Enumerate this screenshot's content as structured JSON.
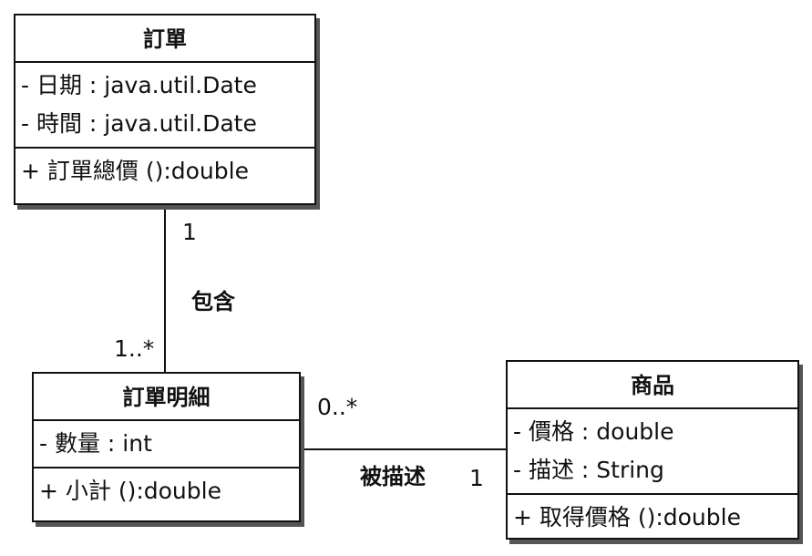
{
  "classes": {
    "order": {
      "name": "訂單",
      "attributes": [
        "- 日期 : java.util.Date",
        "- 時間 : java.util.Date"
      ],
      "operations": [
        "+ 訂單總價 ():double"
      ]
    },
    "order_item": {
      "name": "訂單明細",
      "attributes": [
        "- 數量 : int"
      ],
      "operations": [
        "+ 小計 ():double"
      ]
    },
    "product": {
      "name": "商品",
      "attributes": [
        "- 價格 : double",
        "- 描述 : String"
      ],
      "operations": [
        "+ 取得價格 ():double"
      ]
    }
  },
  "associations": {
    "contains": {
      "label": "包含",
      "source_multiplicity": "1",
      "target_multiplicity": "1..*"
    },
    "described_by": {
      "label": "被描述",
      "source_multiplicity": "0..*",
      "target_multiplicity": "1"
    }
  }
}
